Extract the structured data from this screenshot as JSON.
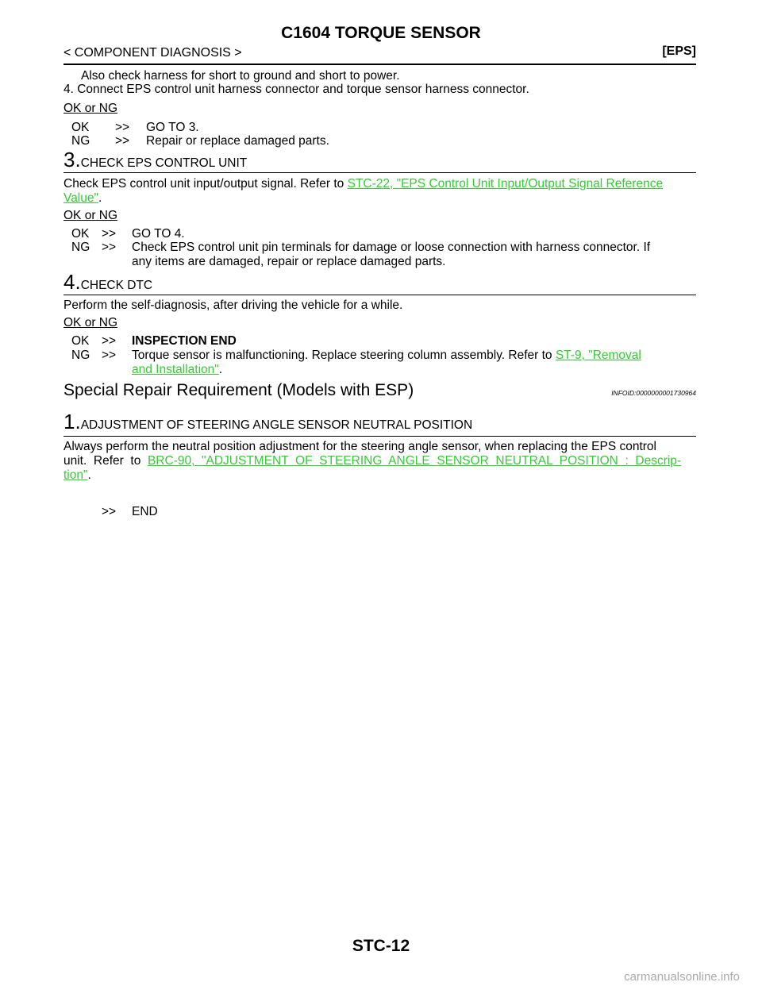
{
  "header": {
    "title": "C1604 TORQUE SENSOR",
    "breadcrumb": "< COMPONENT DIAGNOSIS >",
    "tag": "[EPS]"
  },
  "intro": {
    "line1": "Also check harness for short to ground and short to power.",
    "line2": "4.  Connect EPS control unit harness connector and torque sensor harness connector.",
    "okng": "OK or NG",
    "ok": {
      "label": "OK",
      "arrow": ">>",
      "text": "GO TO 3."
    },
    "ng": {
      "label": "NG",
      "arrow": ">>",
      "text": "Repair or replace damaged parts."
    }
  },
  "step3": {
    "num": "3.",
    "title": "CHECK EPS CONTROL UNIT",
    "text_before": "Check EPS control unit input/output signal. Refer to ",
    "link_part1": "STC-22, \"EPS Control Unit Input/Output Signal Reference",
    "link_part2": "Value\"",
    "text_after": ".",
    "okng": "OK or NG",
    "ok": {
      "label": "OK",
      "arrow": ">>",
      "text": "GO TO 4."
    },
    "ng": {
      "label": "NG",
      "arrow": ">>",
      "text_line1": "Check EPS control unit pin terminals for damage or loose connection with harness connector. If",
      "text_line2": "any items are damaged, repair or replace damaged parts."
    }
  },
  "step4": {
    "num": "4.",
    "title": "CHECK DTC",
    "text": "Perform the self-diagnosis, after driving the vehicle for a while.",
    "okng": "OK or NG",
    "ok": {
      "label": "OK",
      "arrow": ">>",
      "text": "INSPECTION END"
    },
    "ng": {
      "label": "NG",
      "arrow": ">>",
      "text_before": "Torque sensor is malfunctioning. Replace steering column assembly. Refer to ",
      "link_part1": "ST-9, \"Removal",
      "link_part2": "and Installation\"",
      "text_after": "."
    }
  },
  "special": {
    "title": "Special Repair Requirement (Models with ESP)",
    "infoid": "INFOID:0000000001730964",
    "step1": {
      "num": "1.",
      "title": "ADJUSTMENT OF STEERING ANGLE SENSOR NEUTRAL POSITION",
      "line1": "Always perform the neutral position adjustment for the steering angle sensor, when replacing the EPS control",
      "line2_before": "unit.  Refer  to  ",
      "link_part1": "BRC-90,  \"ADJUSTMENT  OF  STEERING  ANGLE  SENSOR  NEUTRAL  POSITION  :  Descrip-",
      "link_part2": "tion\"",
      "text_after": ".",
      "end_arrow": ">>",
      "end_text": "END"
    }
  },
  "footer": {
    "page": "STC-12",
    "watermark": "carmanualsonline.info"
  },
  "colors": {
    "link": "#33cc33",
    "text": "#000000",
    "watermark": "#aaaaaa"
  }
}
